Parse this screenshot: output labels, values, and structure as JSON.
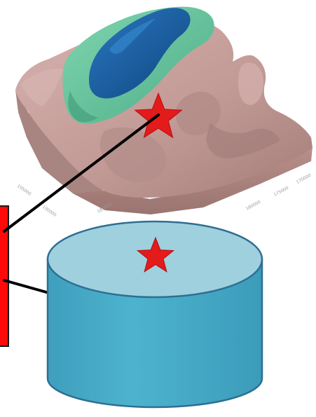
{
  "diagram": {
    "description_free": true,
    "axis_tick_labels": [
      "195000",
      "190000",
      "185000",
      "180000",
      "175000",
      "170000"
    ],
    "marker_icon": "star-icon",
    "colors": {
      "terrain": "#c7a09c",
      "terrain_shadow": "#9c7773",
      "green_layer": "#6cc7a0",
      "blue_layer": "#1b5e9e",
      "star": "#e31b1b",
      "cylinder_top": "#9fd0de",
      "cylinder_body": "#48aec9",
      "cylinder_edge": "#2e6f93",
      "red_box": "#ff0a0a",
      "connector": "#000000"
    }
  }
}
